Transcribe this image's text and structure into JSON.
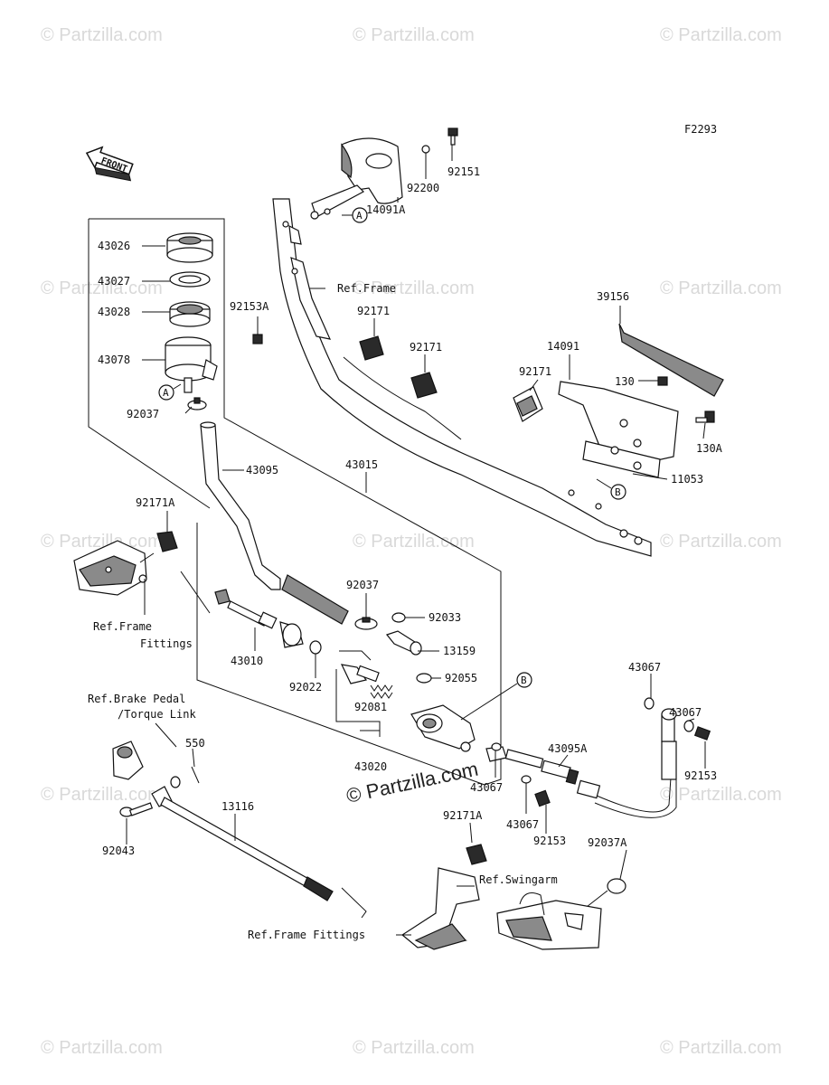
{
  "diagram_code": "F2293",
  "front_label": "FRONT",
  "watermark_text": "© Partzilla.com",
  "watermark_center": "© Partzilla.com",
  "callouts": {
    "a": "A",
    "b": "B"
  },
  "refs": {
    "frame": "Ref.Frame",
    "frame_fittings_1": "Ref.Frame",
    "frame_fittings_2": "Fittings",
    "brake_pedal_1": "Ref.Brake Pedal",
    "brake_pedal_2": "/Torque Link",
    "swingarm": "Ref.Swingarm",
    "frame_fittings_bottom": "Ref.Frame Fittings"
  },
  "parts": {
    "p92151": "92151",
    "p92200": "92200",
    "p14091A": "14091A",
    "p43026": "43026",
    "p43027": "43027",
    "p43028": "43028",
    "p43078": "43078",
    "p92037_top": "92037",
    "p92153A": "92153A",
    "p92171_a": "92171",
    "p92171_b": "92171",
    "p92171_c": "92171",
    "p39156": "39156",
    "p14091": "14091",
    "p130": "130",
    "p130A": "130A",
    "p11053": "11053",
    "p43095": "43095",
    "p43015": "43015",
    "p92171A_left": "92171A",
    "p92037_mid": "92037",
    "p92033": "92033",
    "p13159": "13159",
    "p92055": "92055",
    "p43010": "43010",
    "p92022": "92022",
    "p92081": "92081",
    "p43020": "43020",
    "p43067_a": "43067",
    "p43067_b": "43067",
    "p43067_c": "43067",
    "p43067_d": "43067",
    "p43095A": "43095A",
    "p92153_a": "92153",
    "p92153_b": "92153",
    "p550": "550",
    "p13116": "13116",
    "p92043": "92043",
    "p92171A_bottom": "92171A",
    "p92037A": "92037A"
  }
}
